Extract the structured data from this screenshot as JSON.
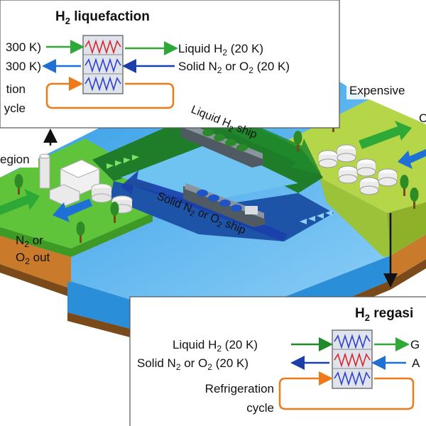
{
  "liq_box": {
    "title": "H",
    "title_sub": "2",
    "title_rest": " liquefaction",
    "in_top": "300 K)",
    "in_mid": "300 K)",
    "refrig_1": "tion",
    "refrig_2": "ycle",
    "out_h2": "Liquid H",
    "out_h2_sub": "2",
    "out_h2_rest": " (20 K)",
    "out_solid": "Solid N",
    "out_solid_sub": "2",
    "out_solid_rest": " or O",
    "out_solid_sub2": "2",
    "out_solid_rest2": " (20 K)"
  },
  "regas_box": {
    "title": "H",
    "title_sub": "2",
    "title_rest": " regasi",
    "in_h2": "Liquid H",
    "in_h2_sub": "2",
    "in_h2_rest": " (20 K)",
    "in_solid": "Solid N",
    "in_solid_sub": "2",
    "in_solid_rest": " or O",
    "in_solid_sub2": "2",
    "in_solid_rest2": " (20 K)",
    "refrig_1": "Refrigeration",
    "refrig_2": "cycle",
    "out_g": "G",
    "out_a": "A"
  },
  "scene": {
    "region_left": "egion",
    "expensive": "Expensive",
    "right_c": "C",
    "ship_top": "Liquid H",
    "ship_top_sub": "2",
    "ship_top_rest": " ship",
    "ship_bottom": "Solid N",
    "ship_bottom_sub": "2",
    "ship_bottom_rest": " or O",
    "ship_bottom_sub2": "2",
    "ship_bottom_rest2": " ship",
    "n2_out_1": "N",
    "n2_out_1_sub": "2",
    "n2_out_1_rest": " or",
    "n2_out_2": "O",
    "n2_out_2_sub": "2",
    "n2_out_2_rest": " out"
  },
  "colors": {
    "green_arrow": "#2ea836",
    "blue_arrow": "#1e6fd6",
    "dark_green_arrow": "#1f8a2a",
    "dark_blue_arrow": "#1a3fa8",
    "orange_cycle": "#f07a1a",
    "red_coil": "#d8262a",
    "blue_coil": "#2f3fd0",
    "sea": "#39a9ec",
    "land_green": "#5fc43a",
    "land_yellow": "#b6d64a",
    "channel_green": "#1f7d2a",
    "channel_blue": "#1e54a8"
  }
}
